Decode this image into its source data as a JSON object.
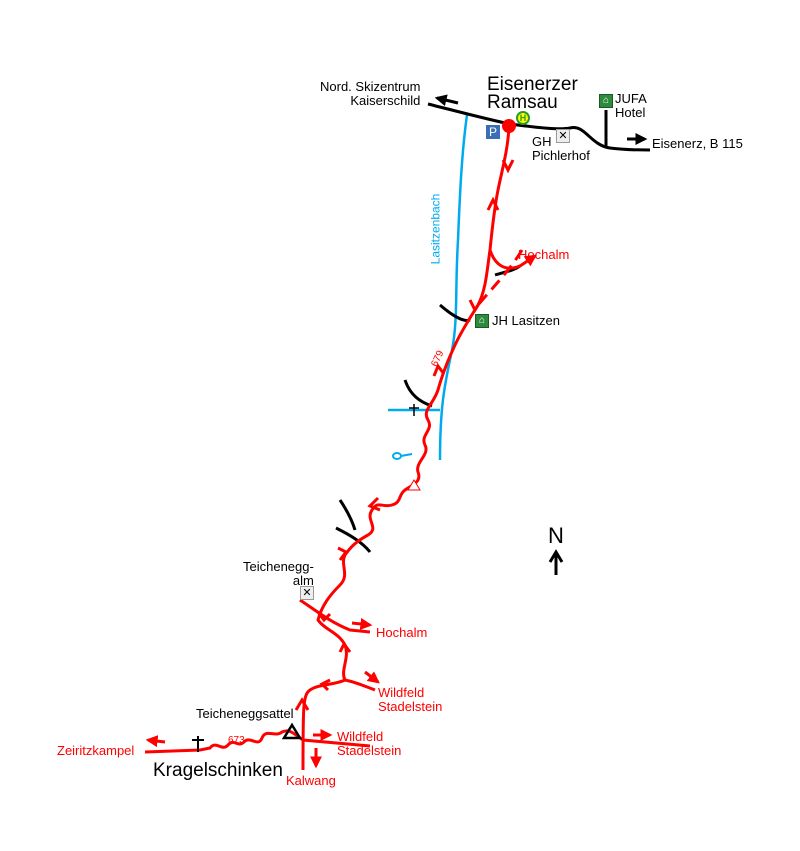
{
  "title": "Eisenerzer Ramsau",
  "places": {
    "start": "Eisenerzer Ramsau",
    "nord_skizentrum": "Nord. Skizentrum",
    "kaiserschild": "Kaiserschild",
    "jufa": "JUFA",
    "hotel": "Hotel",
    "gh": "GH",
    "pichlerhof": "Pichlerhof",
    "eisenerz": "Eisenerz, B 115",
    "lasitzenbach": "Lasitzenbach",
    "hochalm_1": "Hochalm",
    "jh_lasitzen": "JH Lasitzen",
    "route_679": "679",
    "teichenegg_alm_1": "Teichenegg-",
    "teichenegg_alm_2": "alm",
    "hochalm_2": "Hochalm",
    "wildfeld_1": "Wildfeld",
    "stadelstein_1": "Stadelstein",
    "teicheneggsattel": "Teicheneggsattel",
    "wildfeld_2": "Wildfeld",
    "stadelstein_2": "Stadelstein",
    "route_673": "673",
    "zeiritzkampel": "Zeiritzkampel",
    "kragelschinken": "Kragelschinken",
    "kalwang": "Kalwang",
    "north": "N",
    "parking": "P",
    "bus_stop": "H"
  },
  "colors": {
    "route": "#ff0000",
    "road": "#000000",
    "river": "#00aaee",
    "hut": "#2e8b3e",
    "parking": "#3a6fb5"
  }
}
